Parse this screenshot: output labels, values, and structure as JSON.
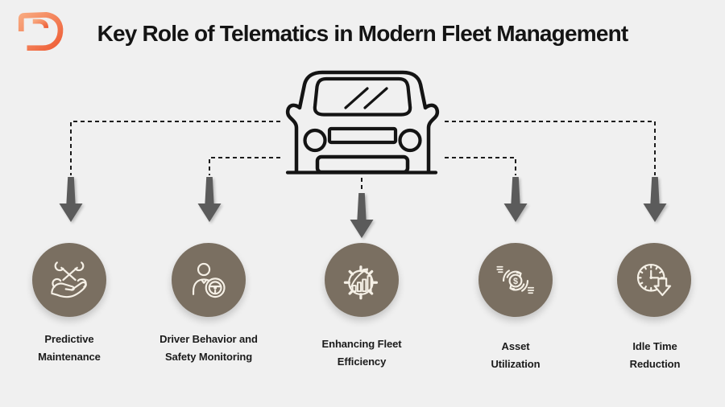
{
  "header": {
    "title": "Key Role of Telematics in Modern Fleet Management",
    "logo": "td-monogram-logo"
  },
  "hub": {
    "icon": "car-front-icon"
  },
  "colors": {
    "background": "#f0f0f0",
    "title_text": "#141414",
    "circle_fill": "#7a6f61",
    "icon_stroke": "#f5f0e6",
    "arrow_fill": "#5b5b5b",
    "connector_line": "#1c1c1c",
    "logo_gradient_start": "#f8a87e",
    "logo_gradient_end": "#ee5c35"
  },
  "items": [
    {
      "icon": "hand-wrench-icon",
      "label": "Predictive\nMaintenance"
    },
    {
      "icon": "driver-steering-wheel-icon",
      "label": "Driver Behavior and\nSafety Monitoring"
    },
    {
      "icon": "gear-growth-chart-icon",
      "label": "Enhancing Fleet\nEfficiency"
    },
    {
      "icon": "dollar-cycle-icon",
      "label": "Asset\nUtilization"
    },
    {
      "icon": "clock-down-arrow-icon",
      "label": "Idle Time\nReduction"
    }
  ]
}
